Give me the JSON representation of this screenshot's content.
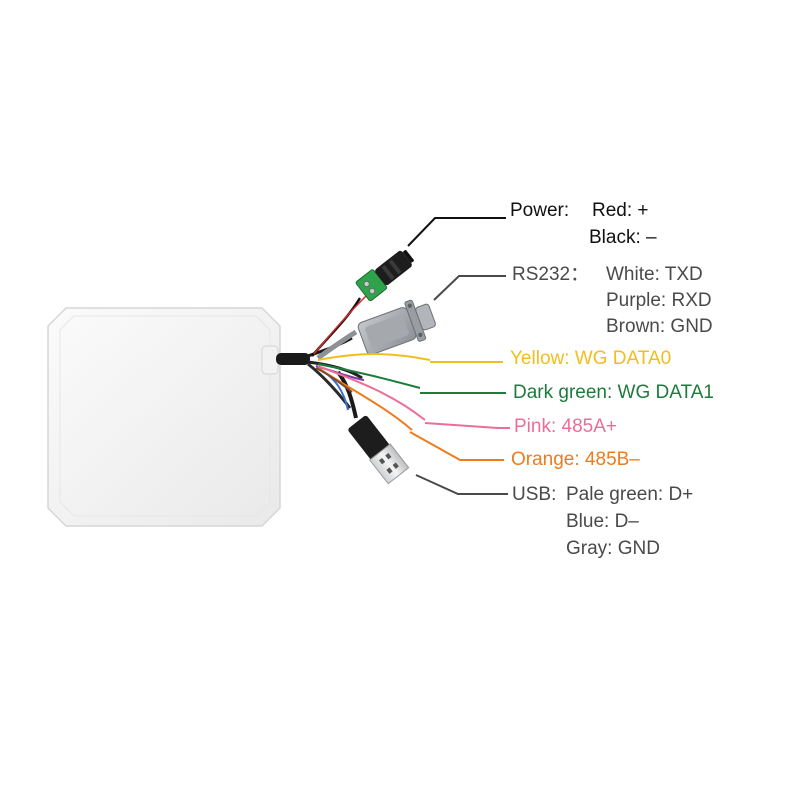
{
  "power": {
    "label": "Power:",
    "red": "Red: +",
    "black": "Black: –"
  },
  "rs232": {
    "label": "RS232：",
    "white": "White:  TXD",
    "purple": "Purple: RXD",
    "brown": "Brown: GND"
  },
  "wiegand": {
    "yellow": "Yellow:  WG DATA0",
    "dark_green": "Dark green: WG DATA1"
  },
  "rs485": {
    "pink": "Pink:  485A+",
    "orange": "Orange: 485B–"
  },
  "usb": {
    "label": "USB:",
    "pale_green": "Pale green: D+",
    "blue": "Blue: D–",
    "gray": "Gray: GND"
  },
  "colors": {
    "yellow": "#f2bd1d",
    "dark_green": "#1e7b3c",
    "pink": "#ec6d9a",
    "orange": "#ee7b1e",
    "black": "#111111",
    "gray": "#4a4a4a",
    "purple": "#7a3fa0",
    "brown": "#7a4a2a",
    "pale_green": "#7fc97a",
    "blue": "#3a6fd0"
  }
}
